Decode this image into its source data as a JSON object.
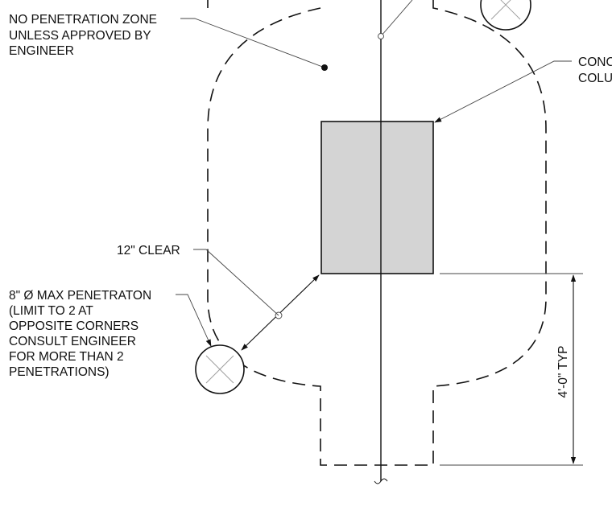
{
  "notes": {
    "no_penetration_zone": [
      "NO PENETRATION ZONE",
      "UNLESS APPROVED BY",
      "ENGINEER"
    ],
    "column": [
      "CONC",
      "COLU"
    ],
    "clearance": "12\" CLEAR",
    "penetration": [
      "8\" Ø MAX PENETRATON",
      "(LIMIT TO 2 AT",
      "OPPOSITE CORNERS",
      "CONSULT ENGINEER",
      "FOR MORE THAN 2",
      "PENETRATIONS)"
    ]
  },
  "dimension": {
    "label": "4'-0\" TYP"
  },
  "colors": {
    "line": "#111111",
    "column_fill": "#d4d4d4",
    "leader": "#444444"
  },
  "icons": {
    "penetration": "circle-x-icon"
  }
}
